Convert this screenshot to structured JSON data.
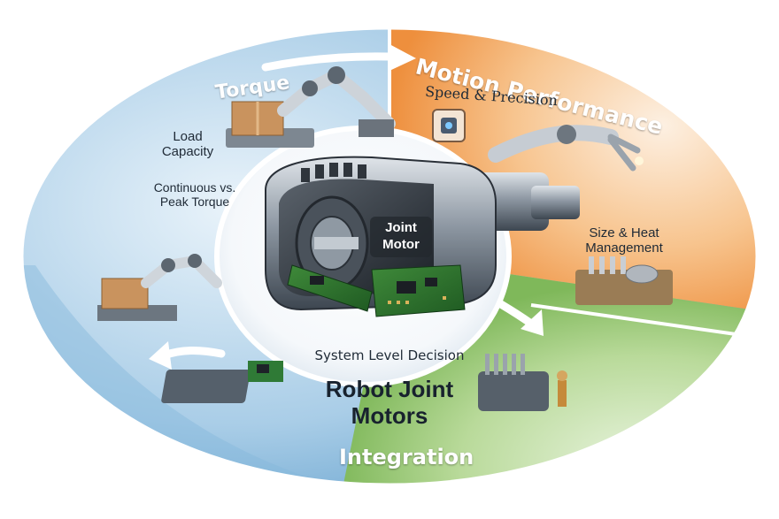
{
  "diagram": {
    "sections": {
      "torque": {
        "title": "Torque",
        "items": [
          "Load Capacity",
          "Continuous vs. Peak Torque"
        ]
      },
      "motion": {
        "title": "Motion Performance",
        "items": [
          "Speed & Precision",
          "Size & Heat Management"
        ]
      },
      "integration": {
        "title": "Integration"
      }
    },
    "center": {
      "motor_label_line1": "Joint",
      "motor_label_line2": "Motor",
      "caption": "System Level Decision",
      "heading_line1": "Robot Joint",
      "heading_line2": "Motors"
    },
    "colors": {
      "torque_blue": "#7fb6db",
      "motion_orange": "#f2a25a",
      "integration_green": "#9cc77a",
      "arrow_white": "#ffffff",
      "text_dark": "#1f2a36"
    }
  }
}
